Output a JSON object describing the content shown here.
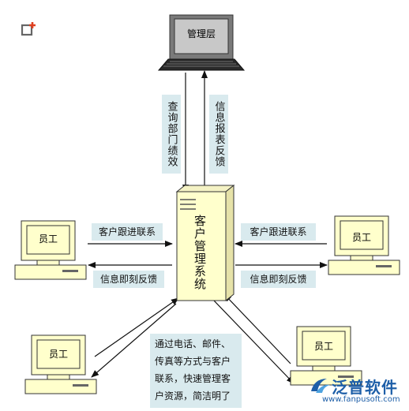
{
  "manager": {
    "label": "管理层"
  },
  "server": {
    "label": "客户管理系统"
  },
  "arrows": {
    "query_performance": "查询部门绩效",
    "report_feedback": "信息报表反馈",
    "left_follow": "客户跟进联系",
    "left_feedback": "信息即刻反馈",
    "right_follow": "客户跟进联系",
    "right_feedback": "信息即刻反馈"
  },
  "employees": {
    "left_top": "员工",
    "left_bottom": "员工",
    "right_top": "员工",
    "right_bottom": "员工"
  },
  "note": {
    "line1": "通过电话、邮件、",
    "line2": "传真等方式与客户",
    "line3": "联系，快速管理客",
    "line4": "户资源，简洁明了"
  },
  "watermark": {
    "brand": "泛普软件",
    "url": "www.fanpusoft.com"
  },
  "colors": {
    "server_fill": "#ffffcc",
    "label_bg": "#d9eaee",
    "brand_blue": "#1e5fa8"
  }
}
